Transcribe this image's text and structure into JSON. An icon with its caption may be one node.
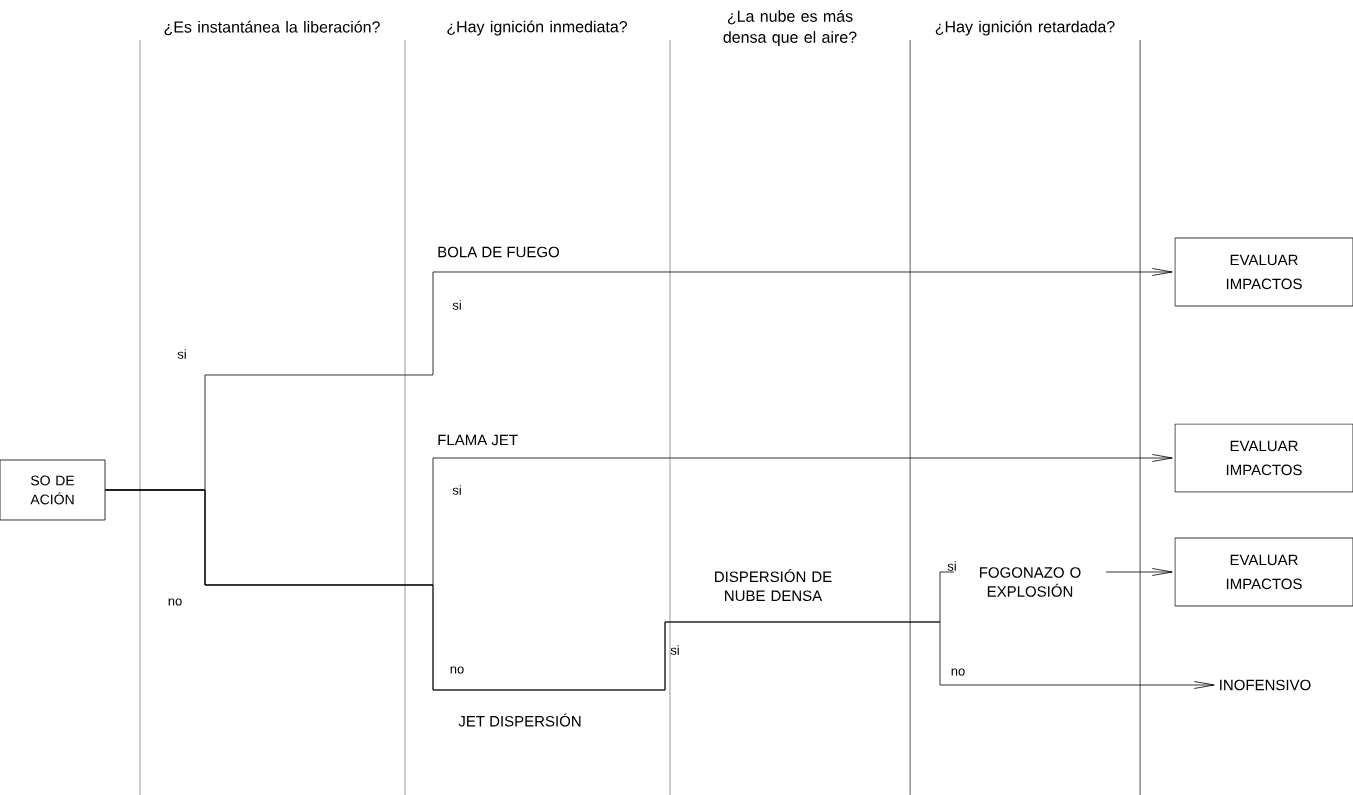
{
  "diagram": {
    "nodes": [
      {
        "text": [
          "SO DE ACIÓN"
        ]
      },
      {
        "text": [
          "EVALUAR IMPACTOS"
        ]
      },
      {
        "text": [
          "EVALUAR IMPACTOS"
        ]
      },
      {
        "text": [
          "EVALUAR IMPACTOS"
        ]
      },
      {
        "text": [
          "INOFENSIVO"
        ]
      }
    ],
    "edges": [
      {
        "from": 0,
        "to": 1,
        "arrow": "to",
        "label": "BOLA DE FUEGO"
      },
      {
        "from": 0,
        "to": 2,
        "arrow": "to",
        "label": "FLAMA JET"
      },
      {
        "from": 0,
        "to": 3,
        "arrow": "to",
        "label": "FOGONAZO O EXPLOSIÓN"
      },
      {
        "from": 0,
        "to": 4,
        "arrow": "to"
      }
    ],
    "labels": [
      "¿Es instantánea la liberación?",
      "¿Hay ignición inmediata?",
      "¿La nube es más densa que el aire?",
      "¿Hay ignición retardada?",
      "si",
      "no",
      "si",
      "si",
      "no",
      "JET DISPERSIÓN",
      "DISPERSIÓN DE NUBE DENSA",
      "si",
      "si",
      "no"
    ]
  }
}
